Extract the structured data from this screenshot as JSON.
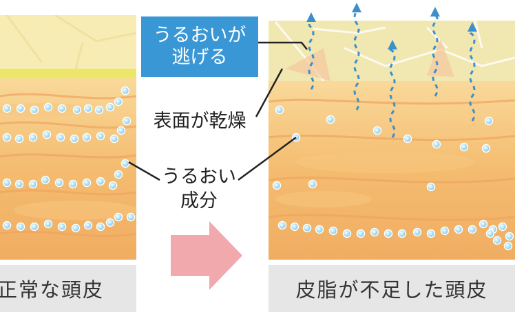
{
  "labels": {
    "normal_scalp": "正常な頭皮",
    "dry_scalp": "皮脂が不足した頭皮"
  },
  "callouts": {
    "escape_line1": "うるおいが",
    "escape_line2": "逃げる",
    "surface_dry": "表面が乾燥",
    "moisture_line1": "うるおい",
    "moisture_line2": "成分"
  },
  "colors": {
    "skin_light": "#f8d28a",
    "skin_mid": "#f2b467",
    "skin_dark": "#eaa05a",
    "stratum_normal": "#f6ecb4",
    "stratum_dry": "#f1e7b0",
    "oil_band": "#ece66a",
    "bubble": "#8fd2ee",
    "escape_arrow": "#3c8fcc",
    "callout_box": "#3a97d6",
    "transition_arrow": "#f2a9ae",
    "label_bg": "#e6e6e6"
  },
  "icons": {
    "transition": "right-arrow-icon",
    "escape": "wavy-up-arrow-icon",
    "moisture": "bubble-icon"
  }
}
